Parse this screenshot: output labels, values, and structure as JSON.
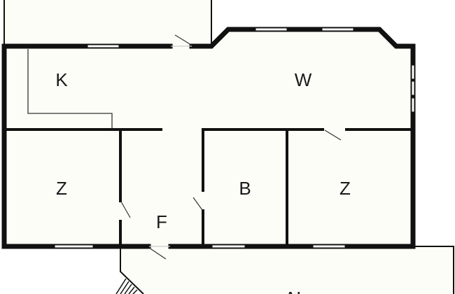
{
  "plan": {
    "rooms": [
      {
        "id": "kitchen",
        "label": "K"
      },
      {
        "id": "living",
        "label": "W"
      },
      {
        "id": "room-left",
        "label": "Z"
      },
      {
        "id": "hall",
        "label": "F"
      },
      {
        "id": "bath",
        "label": "B"
      },
      {
        "id": "room-right",
        "label": "Z"
      },
      {
        "id": "terrace",
        "label": "AL"
      }
    ]
  },
  "colors": {
    "floor": "#fdfdf7",
    "wall": "#111111",
    "window": "#ffffff"
  }
}
